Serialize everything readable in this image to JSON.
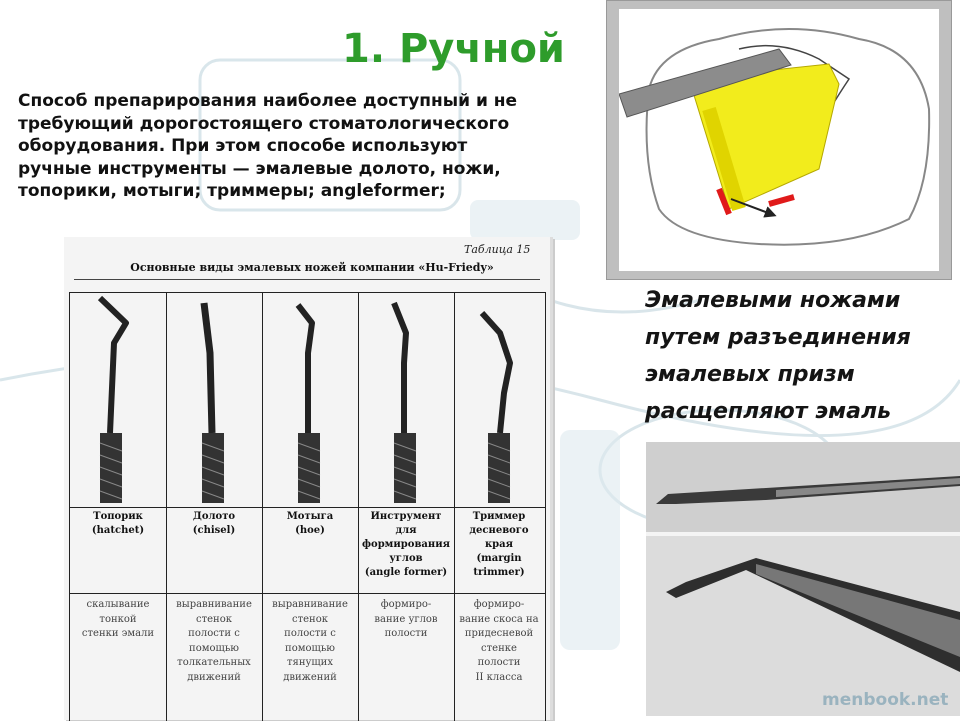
{
  "title": "1. Ручной",
  "intro_lines": [
    "Способ препарирования наиболее доступный и не",
    "требующий дорогостоящего стоматологического",
    "оборудования. При этом способе используют",
    "ручные инструменты — эмалевые долото, ножи,",
    "топорики, мотыги; триммеры; angleformer;"
  ],
  "table": {
    "caption": "Таблица 15",
    "heading": "Основные виды эмалевых ножей компании «Hu-Friedy»",
    "columns": [
      {
        "name": [
          "Топорик",
          "(hatchet)"
        ],
        "desc": [
          "скалывание",
          "тонкой",
          "стенки эмали"
        ]
      },
      {
        "name": [
          "Долото",
          "(chisel)"
        ],
        "desc": [
          "выравнивание",
          "стенок",
          "полости с",
          "помощью",
          "толкательных",
          "движений"
        ]
      },
      {
        "name": [
          "Мотыга",
          "(hoe)"
        ],
        "desc": [
          "выравнивание",
          "стенок",
          "полости с",
          "помощью",
          "тянущих",
          "движений"
        ]
      },
      {
        "name": [
          "Инструмент",
          "для",
          "формирования",
          "углов",
          "(angle former)"
        ],
        "desc": [
          "формиро-",
          "вание углов",
          "полости"
        ]
      },
      {
        "name": [
          "Триммер",
          "десневого края",
          "(margin",
          "trimmer)"
        ],
        "desc": [
          "формиро-",
          "вание скоса на",
          "придесневой",
          "стенке",
          "полости",
          "II класса"
        ]
      }
    ]
  },
  "caption_lines": [
    "Эмалевыми ножами",
    "путем разъединения",
    "эмалевых призм",
    "расщепляют эмаль"
  ],
  "watermark": "menbook.net",
  "colors": {
    "title": "#2e9c2b",
    "tooth_highlight": "#f2ec1c",
    "enamel_red": "#e01a1a"
  }
}
